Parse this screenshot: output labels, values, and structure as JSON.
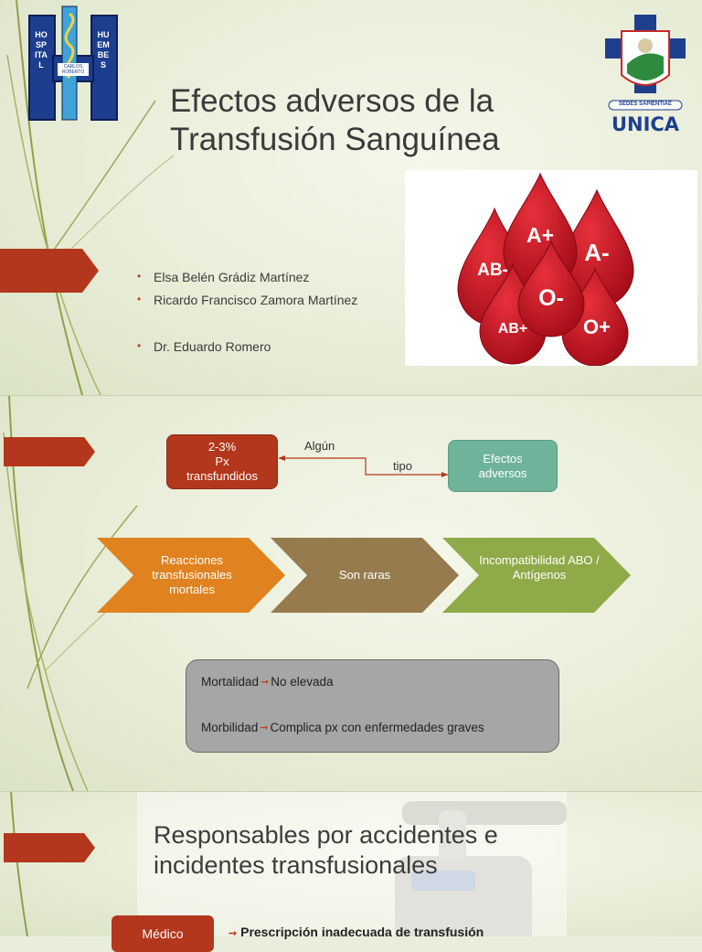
{
  "slide1": {
    "hospital_logo": {
      "word_left": "HOSPITAL",
      "word_right": "HUEMBES",
      "center_text": "CARLOS ROBERTO"
    },
    "unica_logo": {
      "name": "UNICA",
      "motto": "SEDES SAPIENTIAE"
    },
    "title_line1": "Efectos adversos de la",
    "title_line2": "Transfusión Sanguínea",
    "authors": [
      "Elsa Belén Grádiz Martínez",
      "Ricardo Francisco Zamora Martínez",
      "Dr. Eduardo Romero"
    ],
    "blood_types": [
      "A+",
      "AB-",
      "A-",
      "O-",
      "AB+",
      "O+"
    ],
    "blood_color": "#c8101e"
  },
  "slide2": {
    "box_red": {
      "line1": "2-3%",
      "line2": "Px",
      "line3": "transfundidos"
    },
    "label_algun": "Algún",
    "label_tipo": "tipo",
    "box_teal": {
      "line1": "Efectos",
      "line2": "adversos"
    },
    "chevrons": [
      {
        "text": "Reacciones transfusionales mortales",
        "color": "#e0821f"
      },
      {
        "text": "Son raras",
        "color": "#967b4f"
      },
      {
        "text": "Incompatibilidad ABO / Antígenos",
        "color": "#8faa48"
      }
    ],
    "mortalidad": {
      "label": "Mortalidad",
      "value": "No elevada"
    },
    "morbilidad": {
      "label": "Morbilidad",
      "value": "Complica px con enfermedades graves"
    }
  },
  "slide3": {
    "title_line1": "Responsables por accidentes e",
    "title_line2": "incidentes transfusionales",
    "medico": "Médico",
    "prescripcion": "Prescripción inadecuada de transfusión"
  },
  "colors": {
    "accent_red": "#b3371c",
    "swirl_green": "#8fa04a"
  }
}
